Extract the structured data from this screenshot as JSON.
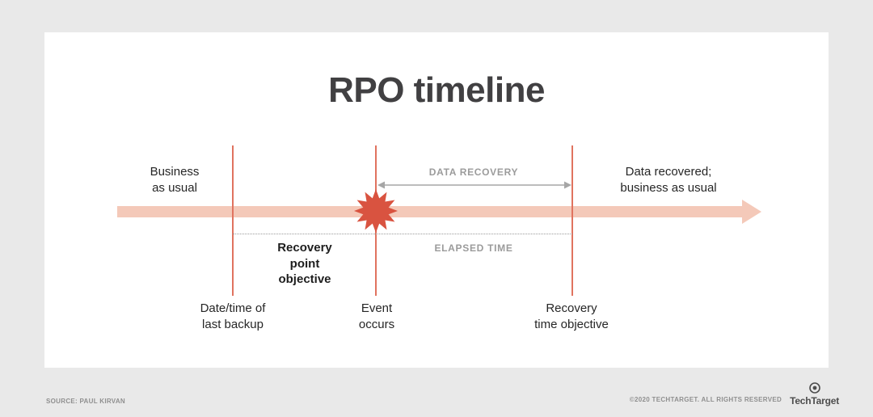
{
  "title": "RPO timeline",
  "timeline": {
    "left_label": "Business\nas usual",
    "right_label": "Data recovered;\nbusiness as usual",
    "data_recovery": "DATA RECOVERY",
    "elapsed_time": "ELAPSED TIME",
    "rpo": "Recovery\npoint\nobjective",
    "markers": [
      {
        "label": "Date/time of\nlast backup"
      },
      {
        "label": "Event\noccurs"
      },
      {
        "label": "Recovery\ntime objective"
      }
    ]
  },
  "footer": {
    "source": "SOURCE: PAUL KIRVAN",
    "copyright": "©2020 TECHTARGET. ALL RIGHTS RESERVED",
    "brand": "TechTarget"
  },
  "colors": {
    "background": "#e9e9e9",
    "card": "#ffffff",
    "arrow": "#f4c9b9",
    "marker_line": "#e0735f",
    "starburst": "#d95340",
    "muted_text": "#9b9b9b",
    "dark_text": "#262626"
  },
  "icons": {
    "event": "starburst-icon",
    "brand": "techtarget-eye-icon"
  }
}
